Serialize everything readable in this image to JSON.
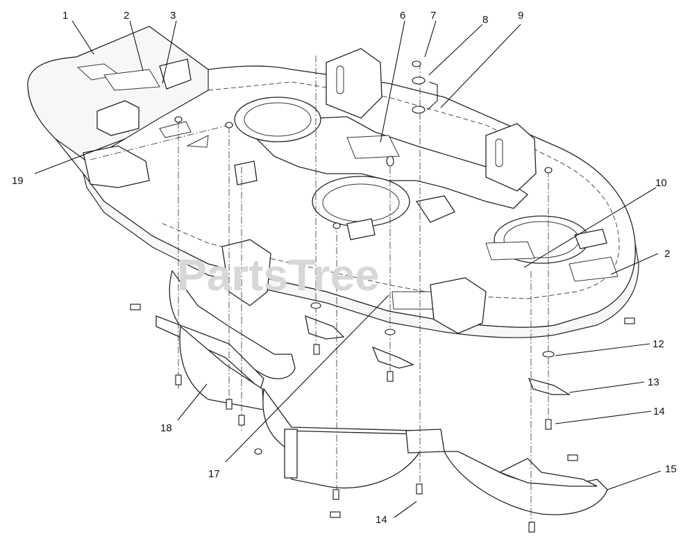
{
  "watermark": "PartsTree",
  "callouts": [
    "1",
    "2",
    "3",
    "6",
    "7",
    "8",
    "9",
    "19",
    "10",
    "2",
    "12",
    "13",
    "14",
    "15",
    "14",
    "17",
    "18"
  ]
}
